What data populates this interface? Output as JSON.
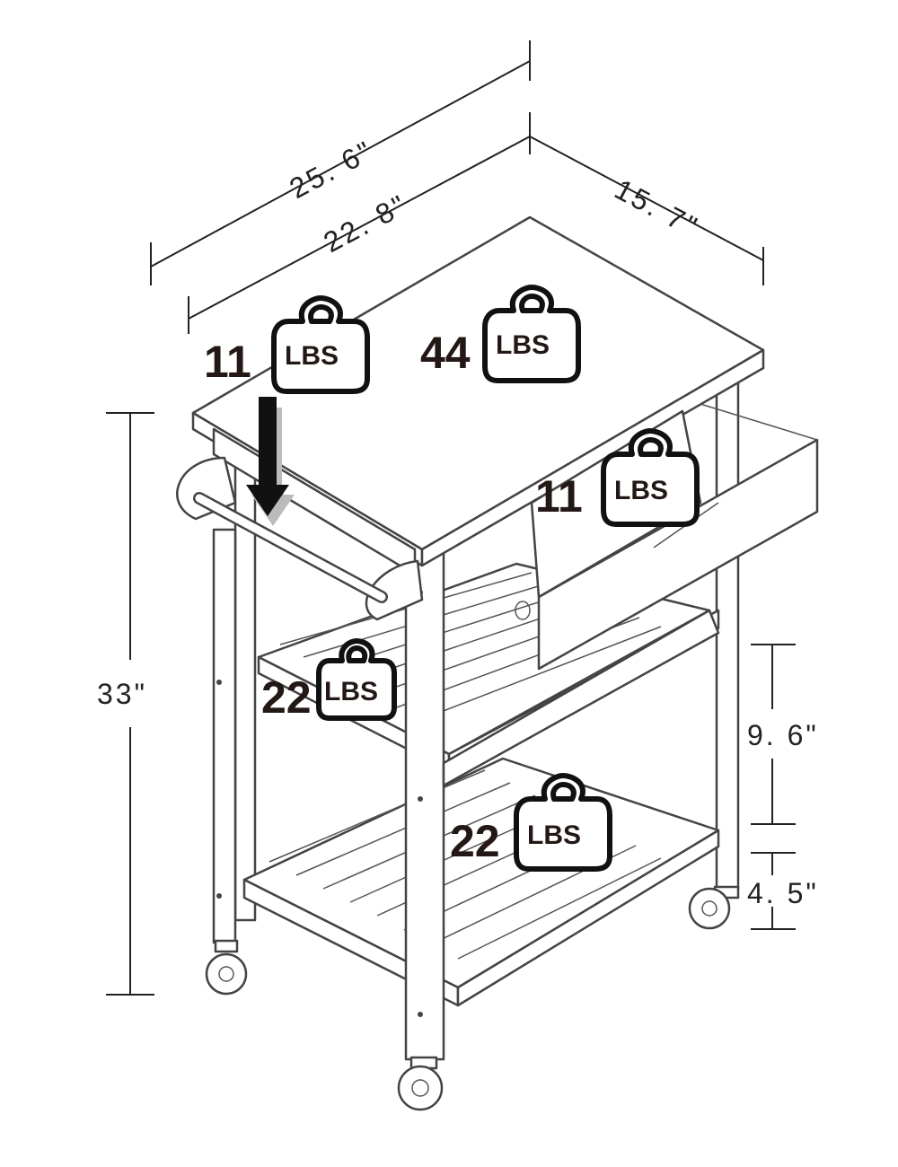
{
  "dimensions": {
    "overall_width": "25. 6\"",
    "top_width": "22. 8\"",
    "depth": "15. 7\"",
    "height": "33\"",
    "shelf_gap": "9. 6\"",
    "bottom_clearance": "4. 5\""
  },
  "load_labels": [
    {
      "value": "11",
      "unit": "LBS",
      "location": "towel bar"
    },
    {
      "value": "44",
      "unit": "LBS",
      "location": "top surface"
    },
    {
      "value": "11",
      "unit": "LBS",
      "location": "drawer"
    },
    {
      "value": "22",
      "unit": "LBS",
      "location": "middle shelf"
    },
    {
      "value": "22",
      "unit": "LBS",
      "location": "bottom shelf"
    }
  ],
  "colors": {
    "ink": "#231815",
    "line": "#444444",
    "background": "#ffffff"
  }
}
